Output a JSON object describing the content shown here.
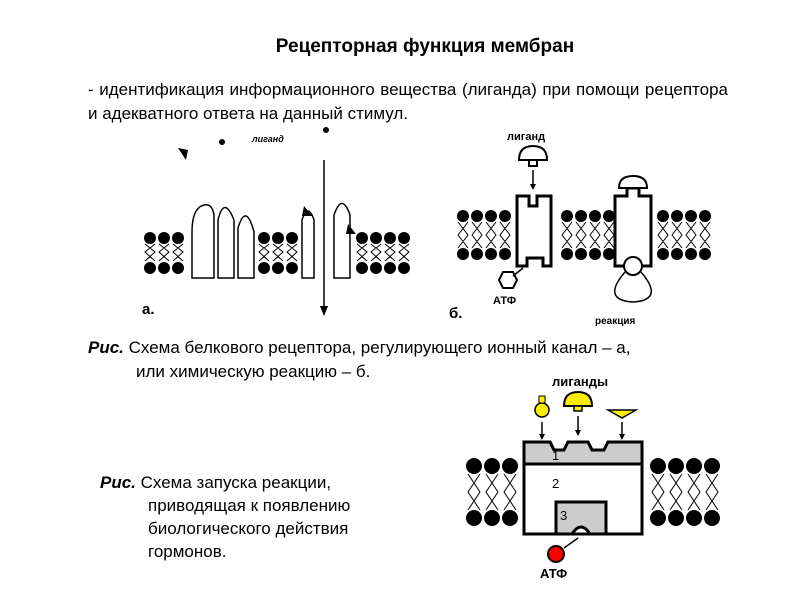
{
  "title": "Рецепторная функция мембран",
  "definition": "- идентификация информационного вещества (лиганда) при помощи рецептора и адекватного ответа на данный стимул.",
  "figure_a": {
    "ligand_label": "лиганд",
    "panel_label": "а."
  },
  "figure_b": {
    "ligand_label": "лиганд",
    "atp_label": "АТФ",
    "reaction_label": "реакция",
    "panel_label": "б."
  },
  "caption1": {
    "prefix": "Рис.",
    "line1": " Схема белкового рецептора, регулирующего ионный канал – а,",
    "line2": "или химическую реакцию – б."
  },
  "figure_c": {
    "ligands_label": "лиганды",
    "num1": "1",
    "num2": "2",
    "num3": "3",
    "atp_label": "АТФ"
  },
  "caption2": {
    "prefix": "Рис.",
    "line1": " Схема запуска реакции,",
    "line2": "приводящая к появлению",
    "line3": "биологического действия",
    "line4": "гормонов."
  }
}
